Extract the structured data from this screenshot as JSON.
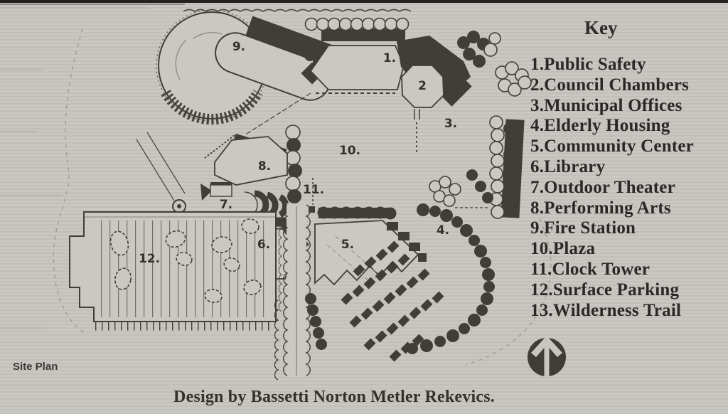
{
  "key": {
    "title": "Key",
    "items": [
      "1.Public Safety",
      "2.Council Chambers",
      "3.Municipal Offices",
      "4.Elderly Housing",
      "5.Community Center",
      "6.Library",
      "7.Outdoor Theater",
      "8.Performing Arts",
      "9.Fire Station",
      "10.Plaza",
      "11.Clock Tower",
      "12.Surface Parking",
      "13.Wilderness Trail"
    ]
  },
  "plan": {
    "caption": "Site Plan",
    "numbers": {
      "b1": "1.",
      "b2": "2",
      "b3": "3.",
      "b4": "4.",
      "b5": "5.",
      "b6": "6.",
      "b7": "7.",
      "b8": "8.",
      "b9": "9.",
      "b10": "10.",
      "b11": "11.",
      "b12": "12."
    }
  },
  "footer": {
    "credit": "Design by Bassetti Norton Metler Rekevics."
  },
  "logo": {
    "icon": "north-arrow-circle"
  },
  "colors": {
    "paper": "#c8c6c1",
    "ink": "#403e38",
    "text": "#2b2925"
  }
}
